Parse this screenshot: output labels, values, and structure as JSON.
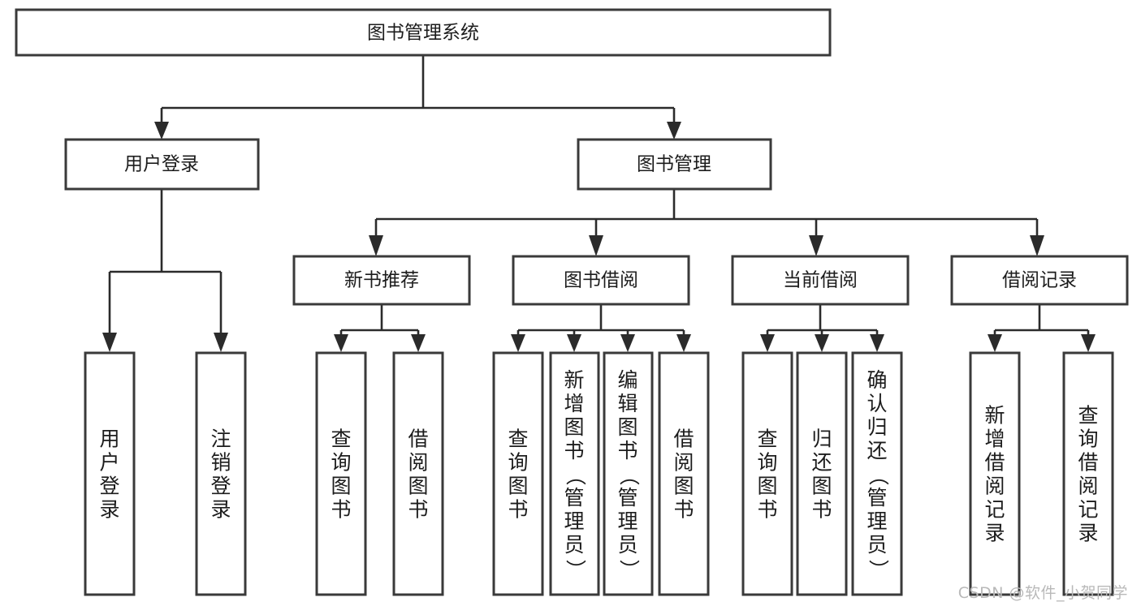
{
  "diagram": {
    "type": "tree-hierarchy",
    "title": "图书管理系统",
    "watermark": "CSDN @软件_小贺同学",
    "colors": {
      "box_stroke": "#3a3a3a",
      "connector": "#2b2b2b",
      "background": "#ffffff",
      "text": "#1c1c1c",
      "watermark": "#b9b9b9"
    },
    "root": {
      "label": "图书管理系统",
      "orientation": "horizontal"
    },
    "level2": [
      {
        "label": "用户登录",
        "orientation": "horizontal"
      },
      {
        "label": "图书管理",
        "orientation": "horizontal"
      }
    ],
    "level3": [
      {
        "label": "新书推荐",
        "orientation": "horizontal",
        "parent": "图书管理"
      },
      {
        "label": "图书借阅",
        "orientation": "horizontal",
        "parent": "图书管理"
      },
      {
        "label": "当前借阅",
        "orientation": "horizontal",
        "parent": "图书管理"
      },
      {
        "label": "借阅记录",
        "orientation": "horizontal",
        "parent": "图书管理"
      }
    ],
    "leaves": [
      {
        "label": "用户登录",
        "parent": "用户登录",
        "orientation": "vertical"
      },
      {
        "label": "注销登录",
        "parent": "用户登录",
        "orientation": "vertical"
      },
      {
        "label": "查询图书",
        "parent": "新书推荐",
        "orientation": "vertical"
      },
      {
        "label": "借阅图书",
        "parent": "新书推荐",
        "orientation": "vertical"
      },
      {
        "label": "查询图书",
        "parent": "图书借阅",
        "orientation": "vertical"
      },
      {
        "label": "新增图书（管理员）",
        "parent": "图书借阅",
        "orientation": "vertical"
      },
      {
        "label": "编辑图书（管理员）",
        "parent": "图书借阅",
        "orientation": "vertical"
      },
      {
        "label": "借阅图书",
        "parent": "图书借阅",
        "orientation": "vertical"
      },
      {
        "label": "查询图书",
        "parent": "当前借阅",
        "orientation": "vertical"
      },
      {
        "label": "归还图书",
        "parent": "当前借阅",
        "orientation": "vertical"
      },
      {
        "label": "确认归还（管理员）",
        "parent": "当前借阅",
        "orientation": "vertical"
      },
      {
        "label": "新增借阅记录",
        "parent": "借阅记录",
        "orientation": "vertical"
      },
      {
        "label": "查询借阅记录",
        "parent": "借阅记录",
        "orientation": "vertical"
      }
    ]
  }
}
